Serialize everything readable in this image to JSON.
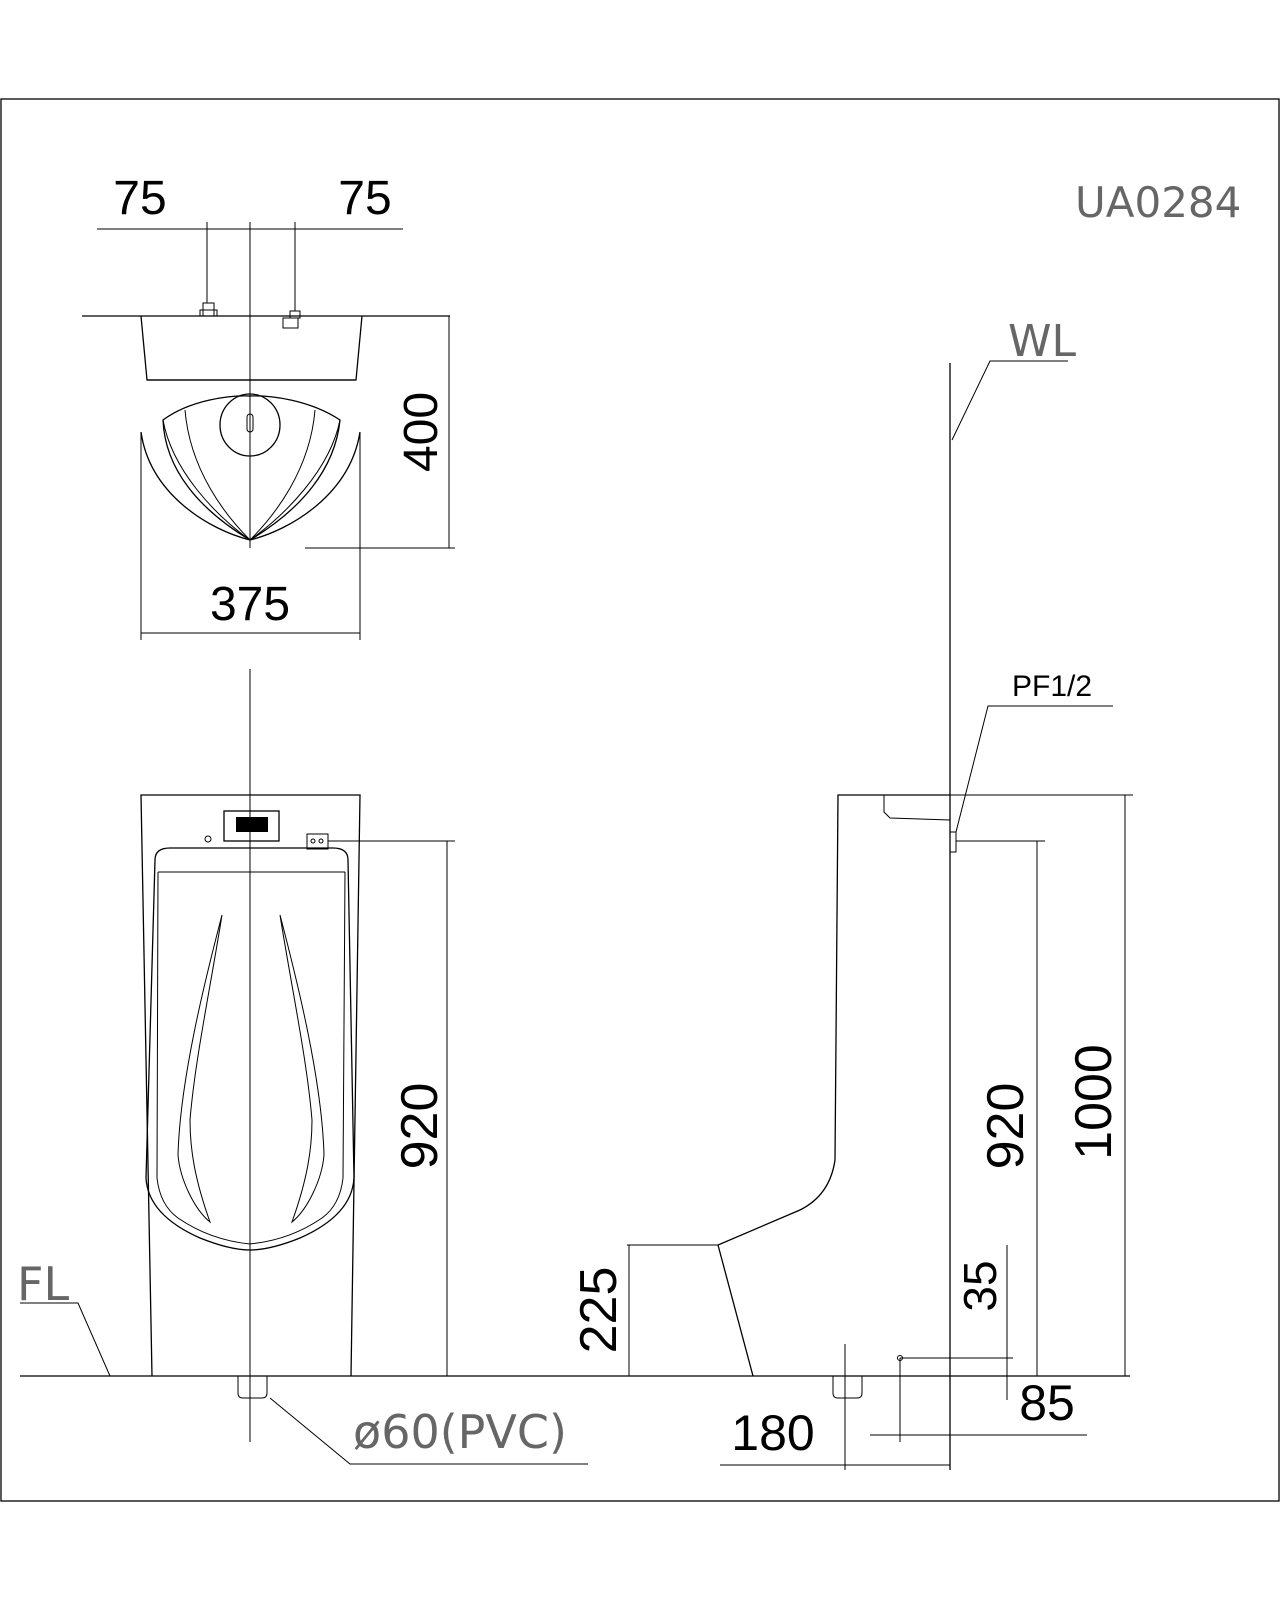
{
  "drawing": {
    "model_code": "UA0284",
    "labels": {
      "wall_line": "WL",
      "floor_line": "FL",
      "supply_fitting": "PF1/2",
      "drain_pipe": "ø60(PVC)"
    },
    "dimensions": {
      "top_offset_left": "75",
      "top_offset_right": "75",
      "top_depth": "400",
      "top_width": "375",
      "front_inlet_height": "920",
      "side_inlet_height": "920",
      "side_total_height": "1000",
      "rim_height": "225",
      "floor_gap": "35",
      "drain_offset": "180",
      "inlet_offset": "85"
    }
  }
}
